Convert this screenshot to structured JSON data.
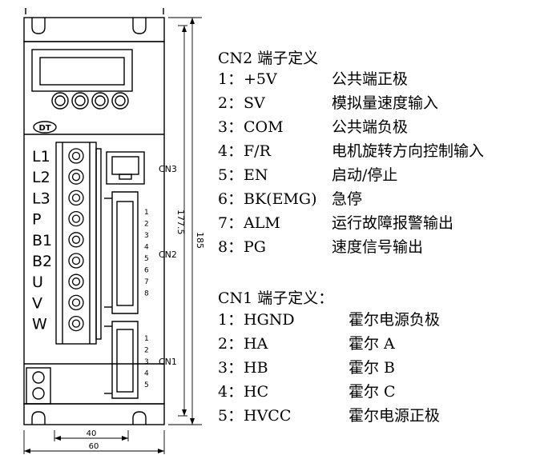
{
  "drawing": {
    "brand_text": "DT",
    "left_terminals": [
      "L1",
      "L2",
      "L3",
      "P",
      "B1",
      "B2",
      "U",
      "V",
      "W"
    ],
    "connectors": {
      "cn3": "CN3",
      "cn2": "CN2",
      "cn1": "CN1"
    },
    "cn2_pins": [
      "1",
      "2",
      "3",
      "4",
      "5",
      "6",
      "7",
      "8"
    ],
    "cn1_pins": [
      "1",
      "2",
      "3",
      "4",
      "5"
    ],
    "dimensions": {
      "height_outer": "185",
      "height_inner": "177.5",
      "width_inner": "40",
      "width_outer": "60"
    }
  },
  "cn2": {
    "title": "CN2 端子定义",
    "rows": [
      {
        "num": "1：",
        "signal": "+5V",
        "desc": "公共端正极"
      },
      {
        "num": "2：",
        "signal": "SV",
        "desc": "模拟量速度输入"
      },
      {
        "num": "3：",
        "signal": "COM",
        "desc": "公共端负极"
      },
      {
        "num": "4：",
        "signal": "F/R",
        "desc": "电机旋转方向控制输入"
      },
      {
        "num": "5：",
        "signal": "EN",
        "desc": "启动/停止"
      },
      {
        "num": "6：",
        "signal": "BK(EMG)",
        "desc": "急停"
      },
      {
        "num": "7：",
        "signal": "ALM",
        "desc": "运行故障报警输出"
      },
      {
        "num": "8：",
        "signal": "PG",
        "desc": "速度信号输出"
      }
    ]
  },
  "cn1": {
    "title": "CN1 端子定义：",
    "rows": [
      {
        "num": "1：",
        "signal": "HGND",
        "desc": "霍尔电源负极"
      },
      {
        "num": "2：",
        "signal": "HA",
        "desc": "霍尔 A"
      },
      {
        "num": "3：",
        "signal": "HB",
        "desc": "霍尔 B"
      },
      {
        "num": "4：",
        "signal": "HC",
        "desc": "霍尔 C"
      },
      {
        "num": "5：",
        "signal": "HVCC",
        "desc": "霍尔电源正极"
      }
    ]
  }
}
